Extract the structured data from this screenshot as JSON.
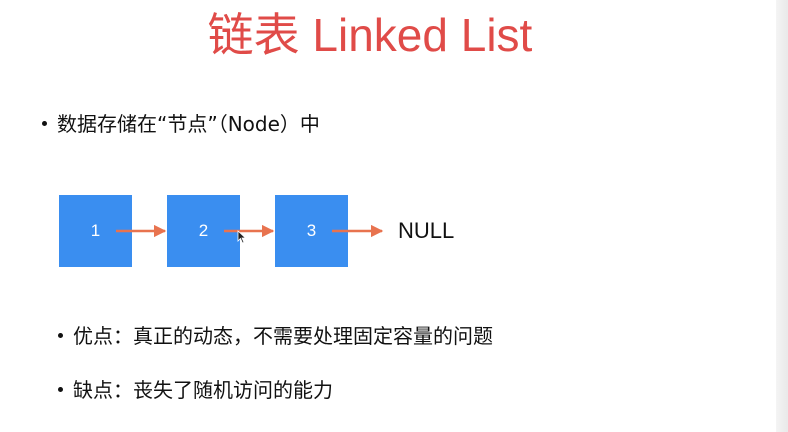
{
  "title": "链表 Linked List",
  "bullets": [
    "数据存储在“节点”（Node）中",
    "优点：真正的动态，不需要处理固定容量的问题",
    "缺点：丧失了随机访问的能力"
  ],
  "nodes": [
    "1",
    "2",
    "3"
  ],
  "null_label": "NULL",
  "colors": {
    "title": "#e04b48",
    "node": "#3a8ef0",
    "arrow": "#e8734f"
  }
}
